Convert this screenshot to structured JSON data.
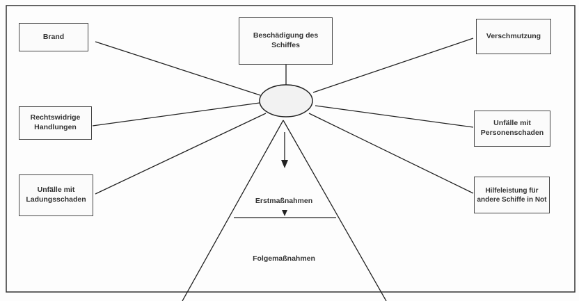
{
  "center": "Beschädigung des Schiffes",
  "nodes": {
    "brand": "Brand",
    "verschmutzung": "Verschmutzung",
    "rechtswidrige": "Rechtswidrige Handlungen",
    "personenschaden": "Unfälle mit Personenschaden",
    "ladungsschaden": "Unfälle mit Ladungsschaden",
    "hilfeleistung": "Hilfeleistung für andere Schiffe in Not"
  },
  "pyramid": {
    "first": "Erstmaßnahmen",
    "second": "Folgemaßnahmen"
  }
}
